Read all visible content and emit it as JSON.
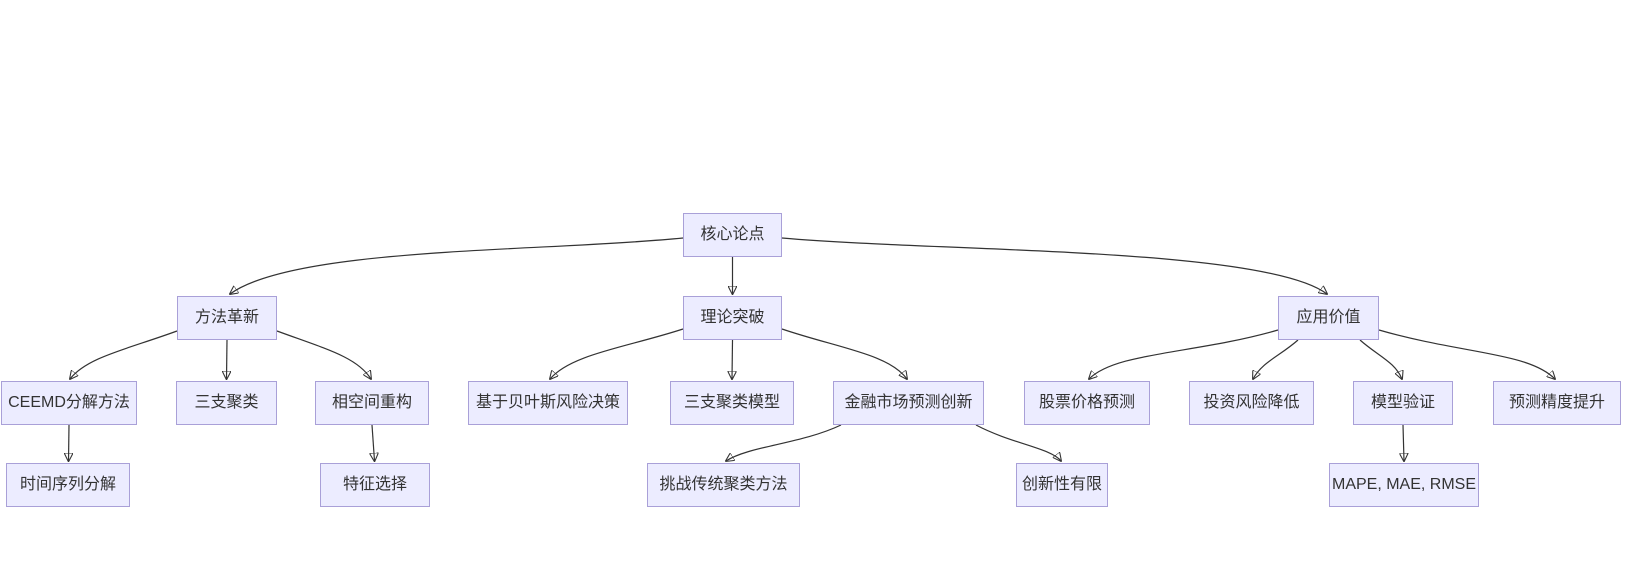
{
  "diagram": {
    "type": "flowchart-top-down",
    "background_color": "#ffffff",
    "node_fill_color": "#ECECFF",
    "node_border_color": "#a9a0d8",
    "edge_color": "#333333",
    "text_color": "#333333",
    "nodes": [
      {
        "id": "core-thesis",
        "level": 1,
        "label": "核心论点"
      },
      {
        "id": "method-innovation",
        "level": 2,
        "label": "方法革新"
      },
      {
        "id": "theory-breakthrough",
        "level": 2,
        "label": "理论突破"
      },
      {
        "id": "application-value",
        "level": 2,
        "label": "应用价值"
      },
      {
        "id": "ceemd-decomposition",
        "level": 3,
        "label": "CEEMD分解方法"
      },
      {
        "id": "three-way-clustering",
        "level": 3,
        "label": "三支聚类"
      },
      {
        "id": "phase-space-reconstruction",
        "level": 3,
        "label": "相空间重构"
      },
      {
        "id": "bayes-risk-decision",
        "level": 3,
        "label": "基于贝叶斯风险决策"
      },
      {
        "id": "three-way-clustering-model",
        "level": 3,
        "label": "三支聚类模型"
      },
      {
        "id": "financial-market-prediction",
        "level": 3,
        "label": "金融市场预测创新"
      },
      {
        "id": "stock-price-prediction",
        "level": 3,
        "label": "股票价格预测"
      },
      {
        "id": "investment-risk-reduction",
        "level": 3,
        "label": "投资风险降低"
      },
      {
        "id": "model-validation",
        "level": 3,
        "label": "模型验证"
      },
      {
        "id": "prediction-accuracy",
        "level": 3,
        "label": "预测精度提升"
      },
      {
        "id": "time-series-decomposition",
        "level": 4,
        "label": "时间序列分解"
      },
      {
        "id": "feature-selection",
        "level": 4,
        "label": "特征选择"
      },
      {
        "id": "challenge-traditional-clustering",
        "level": 4,
        "label": "挑战传统聚类方法"
      },
      {
        "id": "limited-innovation",
        "level": 4,
        "label": "创新性有限"
      },
      {
        "id": "metrics",
        "level": 4,
        "label": "MAPE, MAE, RMSE"
      }
    ],
    "edges": [
      {
        "from": "core-thesis",
        "to": "method-innovation"
      },
      {
        "from": "core-thesis",
        "to": "theory-breakthrough"
      },
      {
        "from": "core-thesis",
        "to": "application-value"
      },
      {
        "from": "method-innovation",
        "to": "ceemd-decomposition"
      },
      {
        "from": "method-innovation",
        "to": "three-way-clustering"
      },
      {
        "from": "method-innovation",
        "to": "phase-space-reconstruction"
      },
      {
        "from": "theory-breakthrough",
        "to": "bayes-risk-decision"
      },
      {
        "from": "theory-breakthrough",
        "to": "three-way-clustering-model"
      },
      {
        "from": "theory-breakthrough",
        "to": "financial-market-prediction"
      },
      {
        "from": "application-value",
        "to": "stock-price-prediction"
      },
      {
        "from": "application-value",
        "to": "investment-risk-reduction"
      },
      {
        "from": "application-value",
        "to": "model-validation"
      },
      {
        "from": "application-value",
        "to": "prediction-accuracy"
      },
      {
        "from": "ceemd-decomposition",
        "to": "time-series-decomposition"
      },
      {
        "from": "phase-space-reconstruction",
        "to": "feature-selection"
      },
      {
        "from": "financial-market-prediction",
        "to": "challenge-traditional-clustering"
      },
      {
        "from": "financial-market-prediction",
        "to": "limited-innovation"
      },
      {
        "from": "model-validation",
        "to": "metrics"
      }
    ]
  }
}
